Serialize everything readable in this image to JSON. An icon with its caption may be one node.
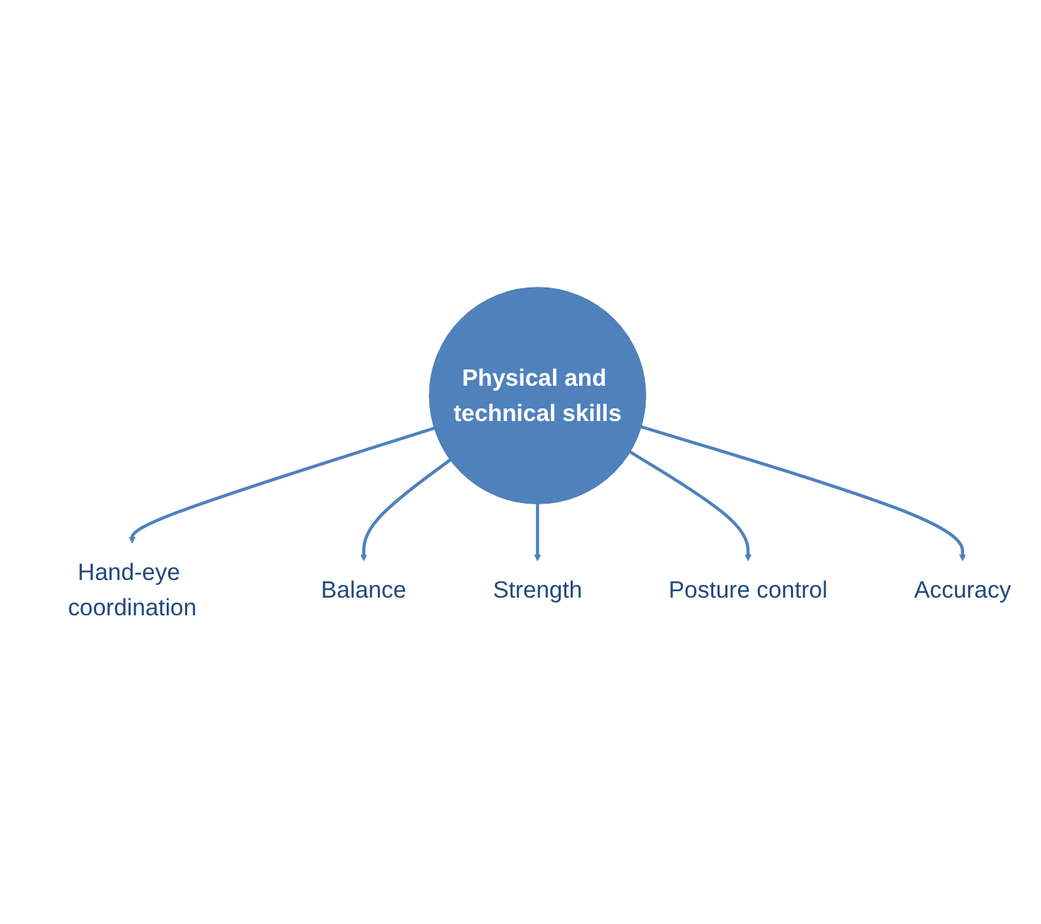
{
  "diagram": {
    "nodes": [
      {
        "text": [
          "Physical and technical skills"
        ]
      },
      {
        "text": [
          "Hand-eye coordination"
        ]
      },
      {
        "text": [
          "Balance"
        ]
      },
      {
        "text": [
          "Strength"
        ]
      },
      {
        "text": [
          "Posture control"
        ]
      },
      {
        "text": [
          "Accuracy"
        ]
      }
    ],
    "edges": [
      {
        "from": 0,
        "to": 1,
        "arrow": "to"
      },
      {
        "from": 0,
        "to": 2,
        "arrow": "to"
      },
      {
        "from": 0,
        "to": 3,
        "arrow": "to"
      },
      {
        "from": 0,
        "to": 4,
        "arrow": "to"
      },
      {
        "from": 0,
        "to": 5,
        "arrow": "to"
      }
    ]
  }
}
